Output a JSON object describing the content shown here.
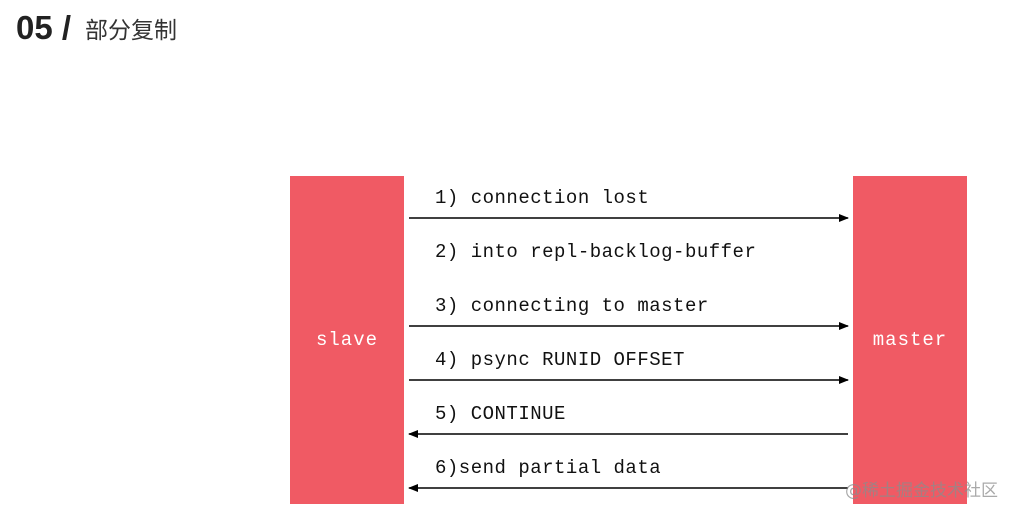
{
  "header": {
    "number": "05 /",
    "title": "部分复制"
  },
  "nodes": {
    "slave": "slave",
    "master": "master"
  },
  "steps": [
    {
      "label": "1) connection lost",
      "direction": "to-master",
      "has_arrow": true
    },
    {
      "label": "2) into repl-backlog-buffer",
      "direction": "none",
      "has_arrow": false
    },
    {
      "label": "3) connecting to master",
      "direction": "to-master",
      "has_arrow": true
    },
    {
      "label": "4) psync RUNID OFFSET",
      "direction": "to-master",
      "has_arrow": true
    },
    {
      "label": "5) CONTINUE",
      "direction": "to-slave",
      "has_arrow": true
    },
    {
      "label": "6)send partial data",
      "direction": "to-slave",
      "has_arrow": true
    }
  ],
  "watermark": "@稀土掘金技术社区",
  "colors": {
    "box": "#f05a64",
    "box_text": "#ffffff",
    "arrow": "#000000"
  }
}
